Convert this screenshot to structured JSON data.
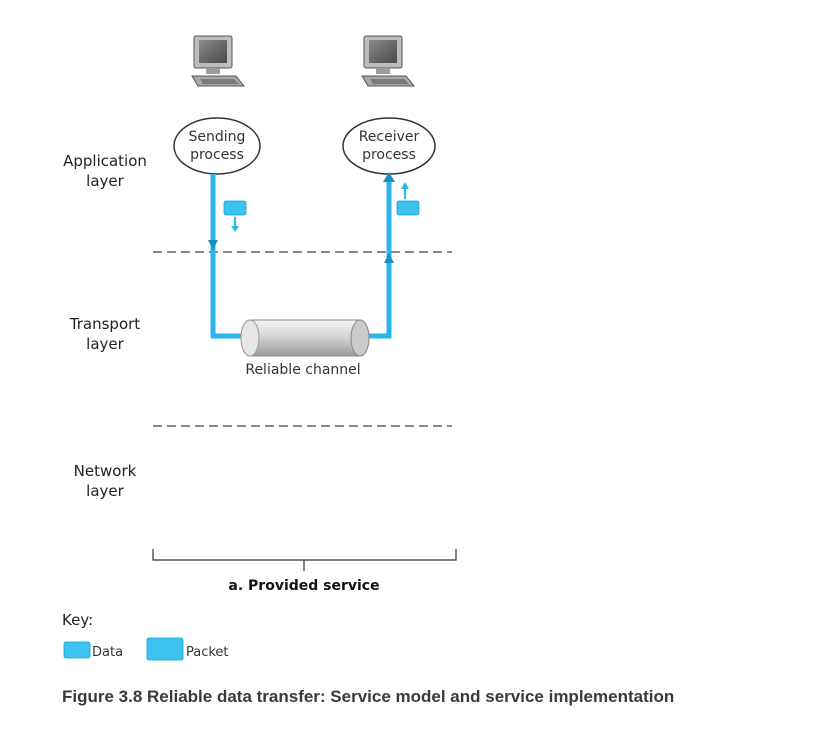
{
  "layers": {
    "application": [
      "Application",
      "layer"
    ],
    "transport": [
      "Transport",
      "layer"
    ],
    "network": [
      "Network",
      "layer"
    ]
  },
  "sender": {
    "line1": "Sending",
    "line2": "process"
  },
  "receiver": {
    "line1": "Receiver",
    "line2": "process"
  },
  "channel_label": "Reliable channel",
  "bracket_label": "a. Provided service",
  "key": {
    "title": "Key:",
    "data_label": "Data",
    "packet_label": "Packet"
  },
  "caption": "Figure 3.8 Reliable data transfer: Service model and service implementation",
  "colors": {
    "flow": "#29b6ec",
    "data_box": "#3cc3ef",
    "computer": "#6e6e6e"
  }
}
